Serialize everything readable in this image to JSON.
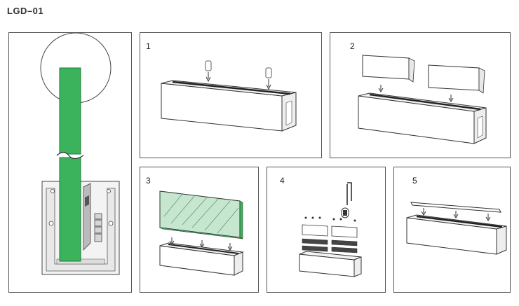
{
  "header": {
    "title": "LGD–01"
  },
  "steps": [
    {
      "number": "1"
    },
    {
      "number": "2"
    },
    {
      "number": "3"
    },
    {
      "number": "4"
    },
    {
      "number": "5"
    }
  ],
  "colors": {
    "glass_green": "#3bb35c",
    "glass_light": "#c7e6cf",
    "line": "#333333",
    "profile_fill": "#f4f4f4"
  }
}
